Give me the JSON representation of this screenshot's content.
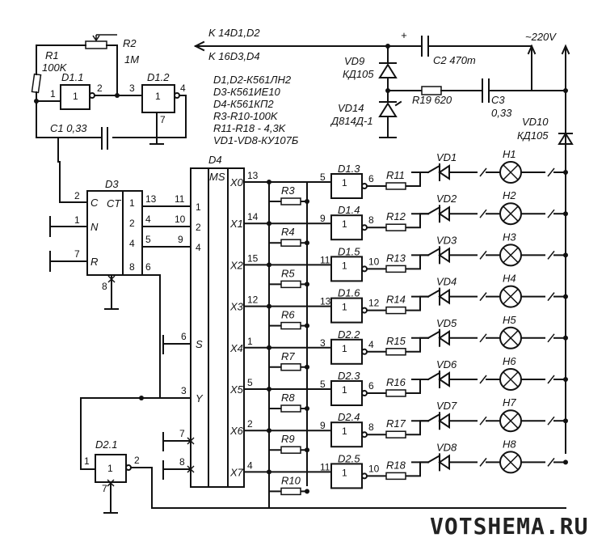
{
  "schematic": {
    "legend": [
      "D1,D2-К561ЛН2",
      "D3-К561ИЕ10",
      "D4-К561КП2",
      "R3-R10-100K",
      "R11-R18 - 4,3K",
      "VD1-VD8-КУ107Б"
    ],
    "supply": {
      "to_d1_d2": "K 14D1,D2",
      "to_d3_d4": "K 16D3,D4",
      "mains": "~220V",
      "plus": "+"
    },
    "parts": {
      "r1": "R1",
      "r1_val": "100K",
      "r2": "R2",
      "r2_val": "1M",
      "c1": "C1 0,33",
      "c2": "C2 470m",
      "c3": "C3",
      "c3_val": "0,33",
      "r19": "R19 620",
      "vd9": "VD9",
      "vd9_val": "КД105",
      "vd14": "VD14",
      "vd14_val": "Д814Д-1",
      "vd10": "VD10",
      "vd10_val": "КД105",
      "d1_1": "D1.1",
      "d1_2": "D1.2",
      "d2_1": "D2.1",
      "d3": "D3",
      "d4": "D4",
      "ct": "CT",
      "ms": "MS"
    },
    "d1_1_pins": {
      "in": "1",
      "out": "2"
    },
    "d1_2_pins": {
      "in": "3",
      "out": "4",
      "gnd": "7"
    },
    "d2_1_pins": {
      "in": "1",
      "out": "2",
      "gnd": "7"
    },
    "d3_pins": {
      "c": "C",
      "n": "N",
      "r": "R",
      "c_pin": "2",
      "n_pin": "1",
      "r_pin": "7",
      "q1": "1",
      "q2": "2",
      "q4": "4",
      "q8": "8",
      "p13": "13",
      "p4": "4",
      "p5": "5",
      "p6": "6",
      "gnd": "8"
    },
    "d4_pins": {
      "a1": "1",
      "a2": "2",
      "a4": "4",
      "p11": "11",
      "p10": "10",
      "p9": "9",
      "s": "S",
      "s_pin": "6",
      "y": "Y",
      "y_pin": "3",
      "p7": "7",
      "p8": "8"
    },
    "channels": [
      {
        "x": "X0",
        "pin": "13",
        "r_pull": "R3",
        "gate": "D1.3",
        "gin": "5",
        "gout": "6",
        "r_ser": "R11",
        "vd": "VD1",
        "lamp": "H1"
      },
      {
        "x": "X1",
        "pin": "14",
        "r_pull": "R4",
        "gate": "D1.4",
        "gin": "9",
        "gout": "8",
        "r_ser": "R12",
        "vd": "VD2",
        "lamp": "H2"
      },
      {
        "x": "X2",
        "pin": "15",
        "r_pull": "R5",
        "gate": "D1.5",
        "gin": "11",
        "gout": "10",
        "r_ser": "R13",
        "vd": "VD3",
        "lamp": "H3"
      },
      {
        "x": "X3",
        "pin": "12",
        "r_pull": "R6",
        "gate": "D1.6",
        "gin": "13",
        "gout": "12",
        "r_ser": "R14",
        "vd": "VD4",
        "lamp": "H4"
      },
      {
        "x": "X4",
        "pin": "1",
        "r_pull": "R7",
        "gate": "D2.2",
        "gin": "3",
        "gout": "4",
        "r_ser": "R15",
        "vd": "VD5",
        "lamp": "H5"
      },
      {
        "x": "X5",
        "pin": "5",
        "r_pull": "R8",
        "gate": "D2.3",
        "gin": "5",
        "gout": "6",
        "r_ser": "R16",
        "vd": "VD6",
        "lamp": "H6"
      },
      {
        "x": "X6",
        "pin": "2",
        "r_pull": "R9",
        "gate": "D2.4",
        "gin": "9",
        "gout": "8",
        "r_ser": "R17",
        "vd": "VD7",
        "lamp": "H7"
      },
      {
        "x": "X7",
        "pin": "4",
        "r_pull": "R10",
        "gate": "D2.5",
        "gin": "11",
        "gout": "10",
        "r_ser": "R18",
        "vd": "VD8",
        "lamp": "H8"
      }
    ],
    "gate_symbol": "1",
    "watermark": "VOTSHEMA.RU"
  }
}
